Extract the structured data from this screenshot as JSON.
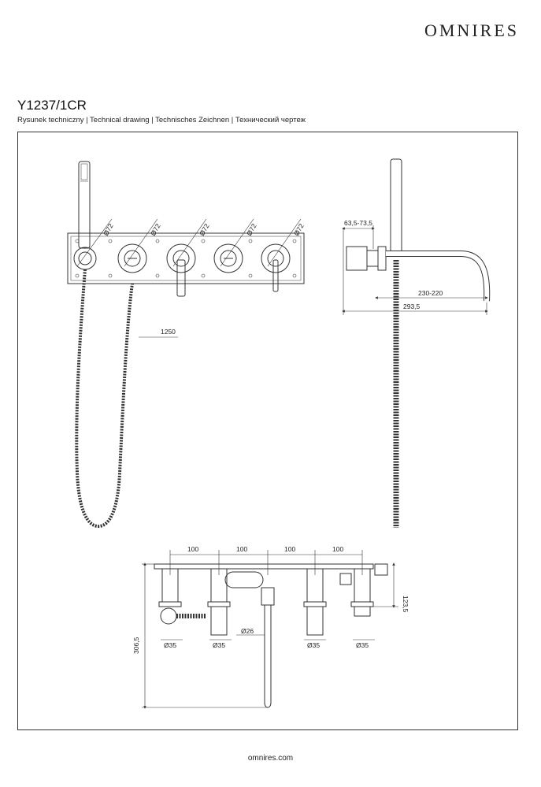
{
  "brand": "OMNIRES",
  "product_code": "Y1237/1CR",
  "subtitle": "Rysunek techniczny | Technical drawing | Technisches Zeichnen | Технический чертеж",
  "footer": "omnires.com",
  "front_view": {
    "diameter_labels": [
      "Ø72",
      "Ø72",
      "Ø72",
      "Ø72",
      "Ø72"
    ],
    "hose_length": "1250"
  },
  "side_view": {
    "depth_range": "63,5-73,5",
    "spout_reach": "230-220",
    "total_length": "293,5"
  },
  "top_view": {
    "spacing_labels": [
      "100",
      "100",
      "100",
      "100"
    ],
    "height_right": "123,5",
    "height_left": "306,5",
    "spout_diameter": "Ø26",
    "body_diameters": [
      "Ø35",
      "Ø35",
      "Ø35",
      "Ø35"
    ]
  }
}
